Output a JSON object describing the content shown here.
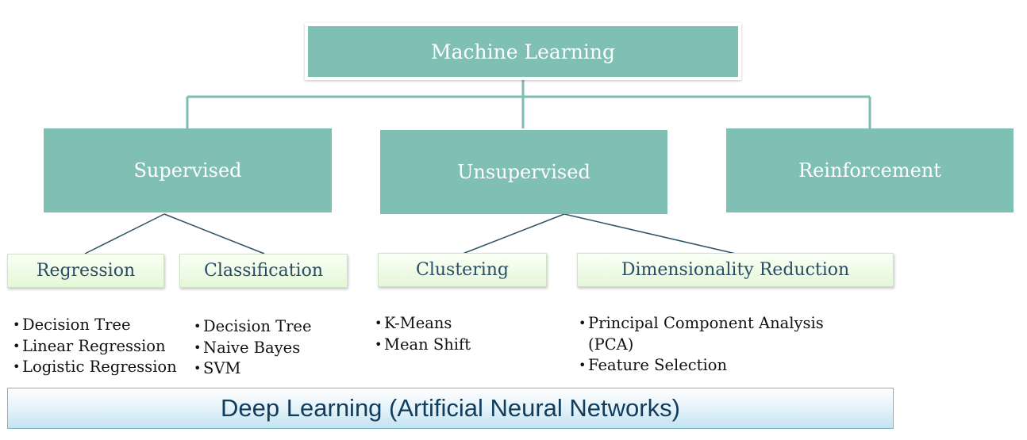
{
  "root": {
    "label": "Machine Learning"
  },
  "categories": [
    {
      "label": "Supervised"
    },
    {
      "label": "Unsupervised"
    },
    {
      "label": "Reinforcement"
    }
  ],
  "subcategories": [
    {
      "label": "Regression",
      "items": [
        "Decision Tree",
        "Linear Regression",
        "Logistic Regression"
      ]
    },
    {
      "label": "Classification",
      "items": [
        "Decision Tree",
        "Naive Bayes",
        "SVM"
      ]
    },
    {
      "label": "Clustering",
      "items": [
        "K-Means",
        "Mean Shift"
      ]
    },
    {
      "label": "Dimensionality Reduction",
      "items": [
        "Principal Component Analysis (PCA)",
        "Feature Selection"
      ]
    }
  ],
  "footer": {
    "label": "Deep Learning (Artificial Neural Networks)"
  },
  "colors": {
    "node_fill": "#80bfb4",
    "connector": "#7ebcb1",
    "sub_text": "#2b4d63",
    "footer_text": "#113c5c"
  }
}
